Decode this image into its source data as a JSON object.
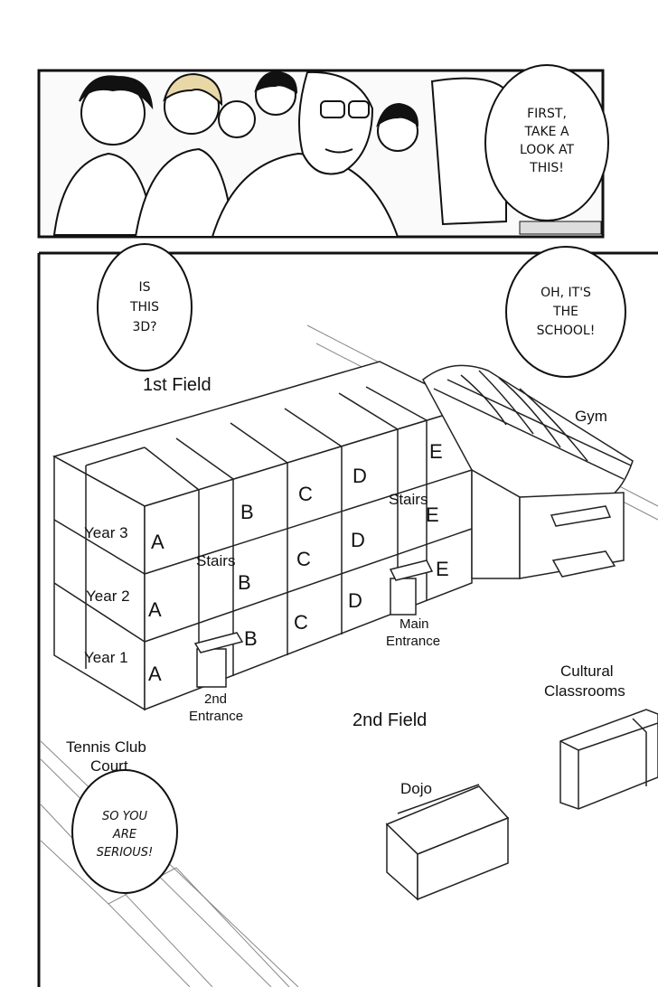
{
  "panel_top": {
    "speech_bubble": [
      "FIRST,",
      "TAKE A",
      "LOOK AT",
      "THIS!"
    ]
  },
  "panel_bottom": {
    "bubble_left": [
      "IS",
      "THIS",
      "3D?"
    ],
    "bubble_right": [
      "OH, IT'S",
      "THE",
      "SCHOOL!"
    ],
    "bubble_bottom": [
      "SO YOU",
      "ARE",
      "SERIOUS!"
    ],
    "map_labels": {
      "first_field": "1st Field",
      "gym": "Gym",
      "year3": "Year 3",
      "year2": "Year 2",
      "year1": "Year 1",
      "stairs_left": "Stairs",
      "stairs_right": "Stairs",
      "main_entrance": [
        "Main",
        "Entrance"
      ],
      "second_entrance": [
        "2nd",
        "Entrance"
      ],
      "second_field": "2nd Field",
      "cultural": [
        "Cultural",
        "Classrooms"
      ],
      "tennis": [
        "Tennis Club",
        "Court"
      ],
      "dojo": "Dojo"
    },
    "class_letters": {
      "a": "A",
      "b": "B",
      "c": "C",
      "d": "D",
      "e": "E"
    }
  }
}
